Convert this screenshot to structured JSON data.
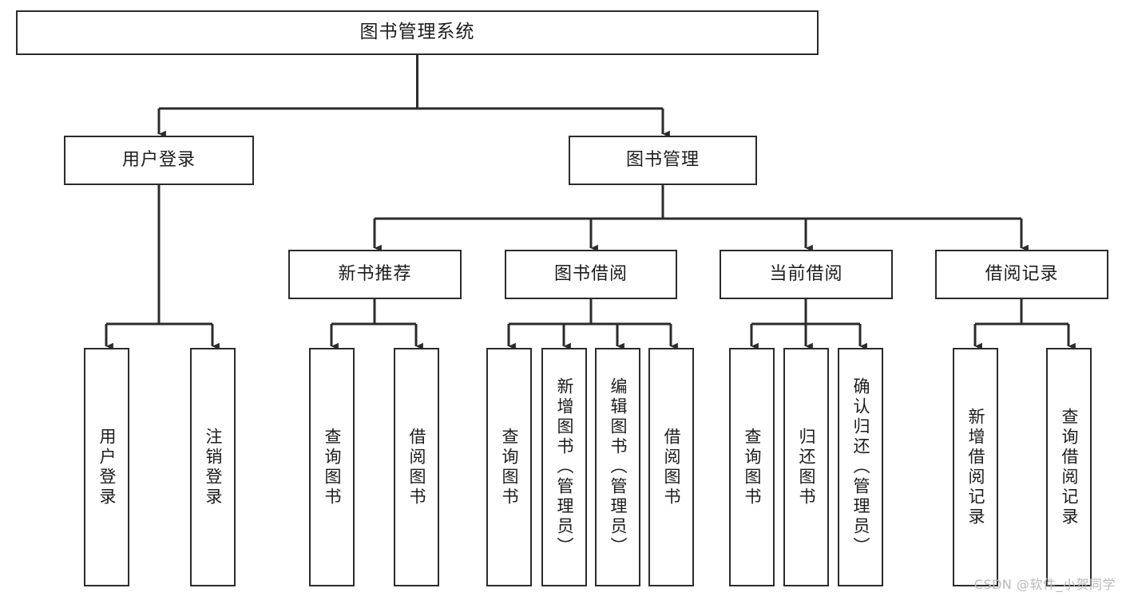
{
  "diagram": {
    "title": "图书管理系统",
    "root": {
      "label": "图书管理系统"
    },
    "level2": [
      {
        "label": "用户登录"
      },
      {
        "label": "图书管理"
      }
    ],
    "level3": [
      {
        "label": "新书推荐"
      },
      {
        "label": "图书借阅"
      },
      {
        "label": "当前借阅"
      },
      {
        "label": "借阅记录"
      }
    ],
    "leaves": [
      {
        "label": "用户登录"
      },
      {
        "label": "注销登录"
      },
      {
        "label": "查询图书"
      },
      {
        "label": "借阅图书"
      },
      {
        "label": "查询图书"
      },
      {
        "label": "新增图书（管理员）"
      },
      {
        "label": "编辑图书（管理员）"
      },
      {
        "label": "借阅图书"
      },
      {
        "label": "查询图书"
      },
      {
        "label": "归还图书"
      },
      {
        "label": "确认归还（管理员）"
      },
      {
        "label": "新增借阅记录"
      },
      {
        "label": "查询借阅记录"
      }
    ],
    "colors": {
      "stroke": "#2b2b2b",
      "fill": "#ffffff",
      "text": "#1c1c1c",
      "watermark": "#b9b9b9"
    }
  },
  "watermark": {
    "text": "CSDN @软件_小贺同学"
  }
}
